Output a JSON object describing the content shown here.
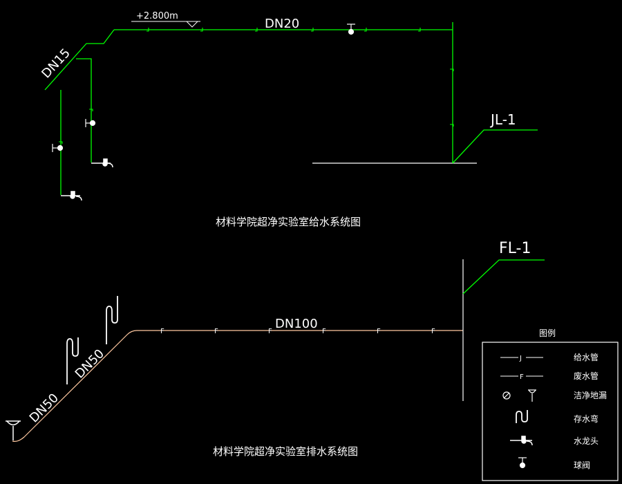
{
  "supply": {
    "elevation": "+2.800m",
    "main_pipe": "DN20",
    "branch_pipe": "DN15",
    "riser": "JL-1",
    "title": "材料学院超净实验室给水系统图",
    "pipe_mark": "J"
  },
  "drain": {
    "main_pipe": "DN100",
    "branch_pipe_1": "DN50",
    "branch_pipe_2": "DN50",
    "riser": "FL-1",
    "title": "材料学院超净实验室排水系统图",
    "pipe_mark": "F"
  },
  "legend": {
    "title": "图例",
    "items": [
      {
        "label": "给水管",
        "symbol_text": "J",
        "icon": "supply-pipe-icon"
      },
      {
        "label": "废水管",
        "symbol_text": "F",
        "icon": "waste-pipe-icon"
      },
      {
        "label": "洁净地漏",
        "symbol_text": "",
        "icon": "clean-floor-drain-icon"
      },
      {
        "label": "存水弯",
        "symbol_text": "",
        "icon": "water-trap-icon"
      },
      {
        "label": "水龙头",
        "symbol_text": "",
        "icon": "faucet-icon"
      },
      {
        "label": "球阀",
        "symbol_text": "",
        "icon": "ball-valve-icon"
      }
    ]
  },
  "colors": {
    "supply_pipe": "#00ff00",
    "drain_pipe": "#ffc8a0",
    "text": "#ffffff",
    "background": "#000000"
  }
}
